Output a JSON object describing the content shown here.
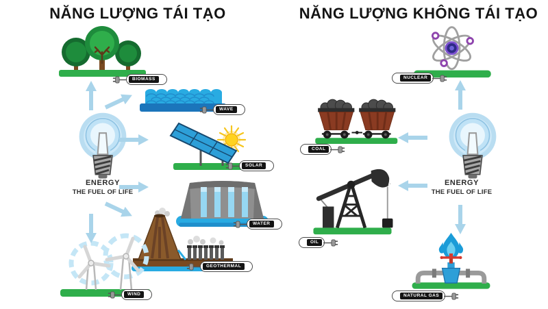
{
  "left": {
    "title": "NĂNG LƯỢNG TÁI TẠO",
    "bulb": {
      "line1": "ENERGY",
      "line2": "THE FUEL OF LIFE"
    },
    "sources": [
      {
        "id": "biomass",
        "label": "BIOMASS"
      },
      {
        "id": "wave",
        "label": "WAVE"
      },
      {
        "id": "solar",
        "label": "SOLAR"
      },
      {
        "id": "water",
        "label": "WATER"
      },
      {
        "id": "geothermal",
        "label": "GEOTHERMAL"
      },
      {
        "id": "wind",
        "label": "WIND"
      }
    ]
  },
  "right": {
    "title": "NĂNG LƯỢNG KHÔNG TÁI TẠO",
    "bulb": {
      "line1": "ENERGY",
      "line2": "THE FUEL OF LIFE"
    },
    "sources": [
      {
        "id": "nuclear",
        "label": "NUCLEAR"
      },
      {
        "id": "coal",
        "label": "COAL"
      },
      {
        "id": "oil",
        "label": "OIL"
      },
      {
        "id": "natural-gas",
        "label": "NATURAL GAS"
      }
    ]
  },
  "colors": {
    "background": "#ffffff",
    "title_text": "#141414",
    "arrow_blue": "#a9d4ea",
    "platform_green": "#2fae4b",
    "water_blue": "#29abe2",
    "deep_blue": "#1b75bb",
    "panel_blue": "#2d9fd8",
    "sun_yellow": "#ffd21f",
    "trunk_brown": "#7a4a21",
    "cart_brown": "#8a3b22",
    "flame_blue": "#1b9cd8",
    "valve_red": "#d63a2f",
    "atom_purple": "#8e44ad",
    "tag_fill": "#141414",
    "tag_text": "#ffffff"
  }
}
